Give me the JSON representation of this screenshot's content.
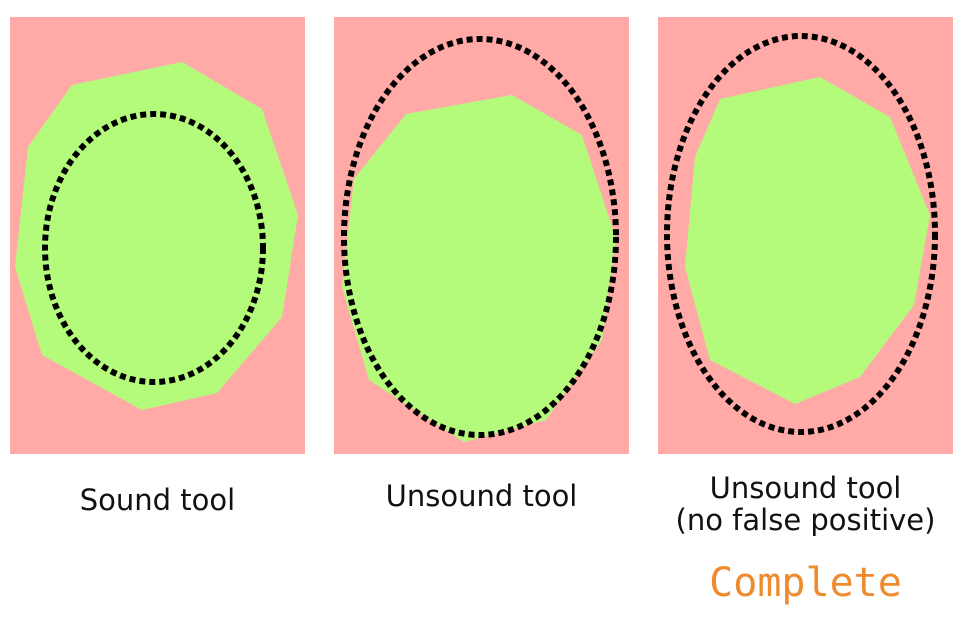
{
  "colors": {
    "error_region": "#ffaaa7",
    "correct_region": "#b4fb7c",
    "analysis_boundary": "#000000",
    "label_text": "#111111",
    "status_text": "#f08a2e"
  },
  "panels": [
    {
      "caption_lines": [
        "Sound tool"
      ]
    },
    {
      "caption_lines": [
        "Unsound tool"
      ]
    },
    {
      "caption_lines": [
        "Unsound tool",
        "(no false positive)"
      ]
    }
  ],
  "status_label": "Complete"
}
